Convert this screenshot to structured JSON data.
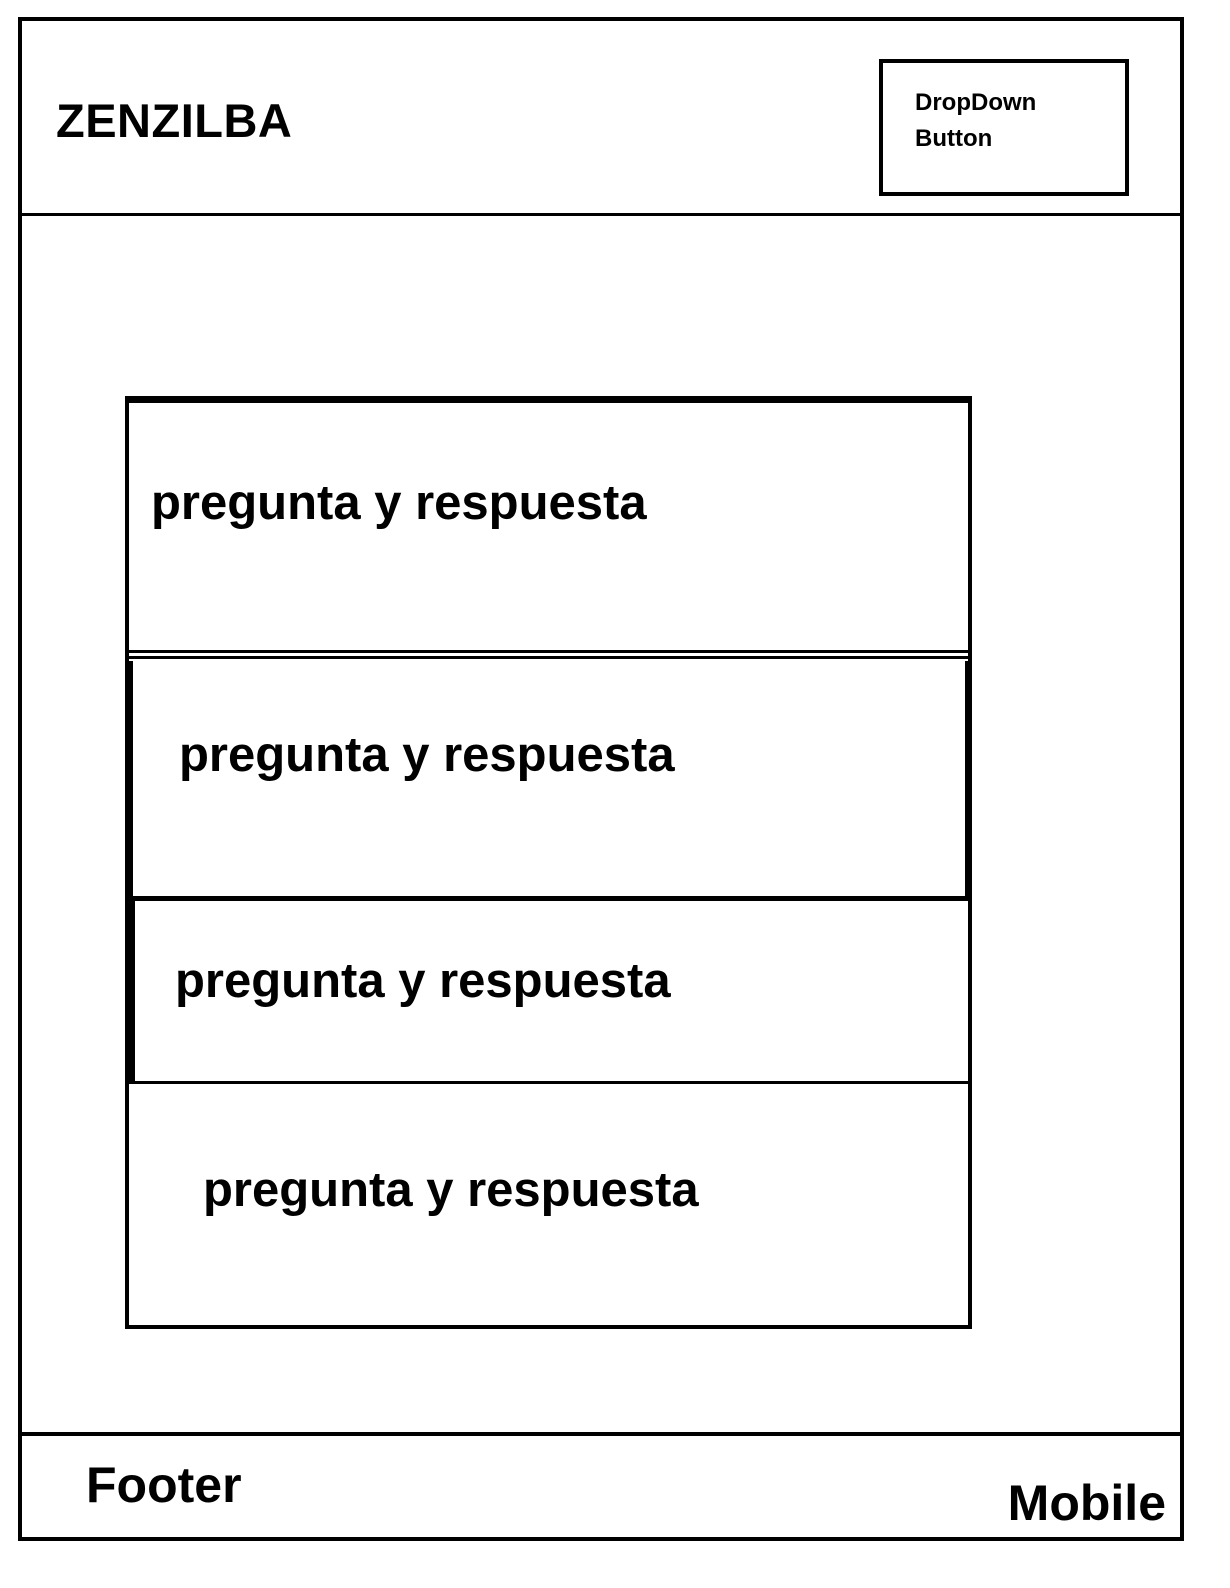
{
  "header": {
    "brand": "ZENZILBA",
    "dropdown_label": "DropDown Button"
  },
  "faq": {
    "items": [
      {
        "label": "pregunta y respuesta"
      },
      {
        "label": "pregunta y respuesta"
      },
      {
        "label": "pregunta y respuesta"
      },
      {
        "label": "pregunta y respuesta"
      }
    ]
  },
  "footer": {
    "label": "Footer",
    "device_label": "Mobile"
  }
}
